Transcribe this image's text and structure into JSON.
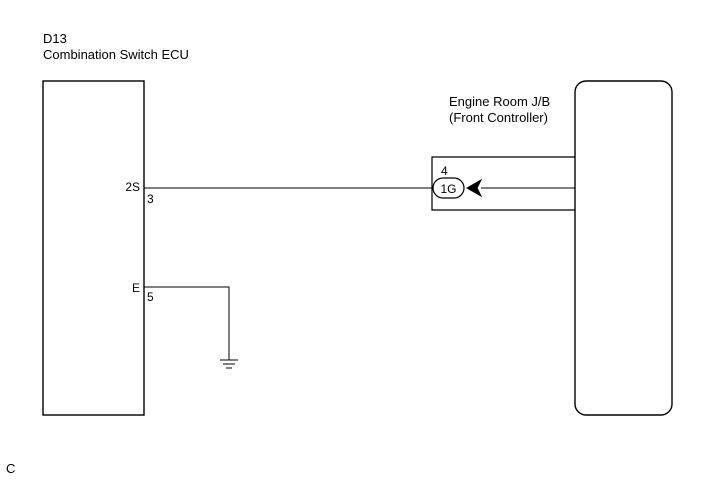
{
  "ecu": {
    "code": "D13",
    "name": "Combination Switch ECU",
    "pins": {
      "2s_terminal": "2S",
      "2s_pin": "3",
      "e_terminal": "E",
      "e_pin": "5"
    }
  },
  "junction_block": {
    "name": "Engine Room J/B",
    "subtitle": "(Front Controller)",
    "connector_pin": "4",
    "connector_code": "1G"
  },
  "figure_code": "C"
}
